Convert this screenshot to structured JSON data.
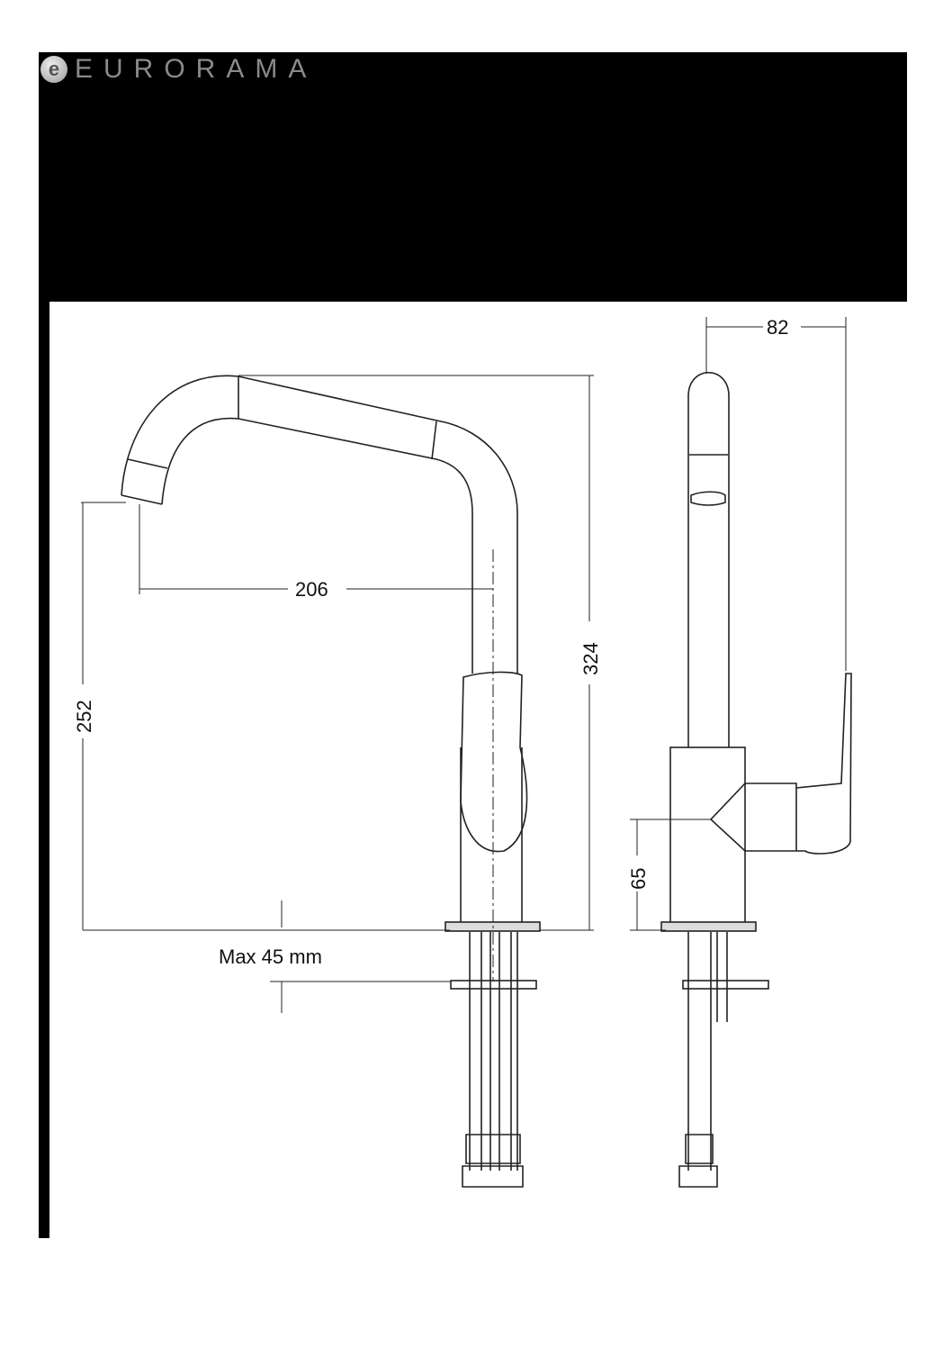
{
  "brand": {
    "name": "EURORAMA",
    "mark": "e"
  },
  "dimensions": {
    "width_side": "82",
    "total_height": "324",
    "spout_reach": "206",
    "spout_height": "252",
    "handle_height": "65",
    "max_thickness": "Max 45 mm"
  }
}
